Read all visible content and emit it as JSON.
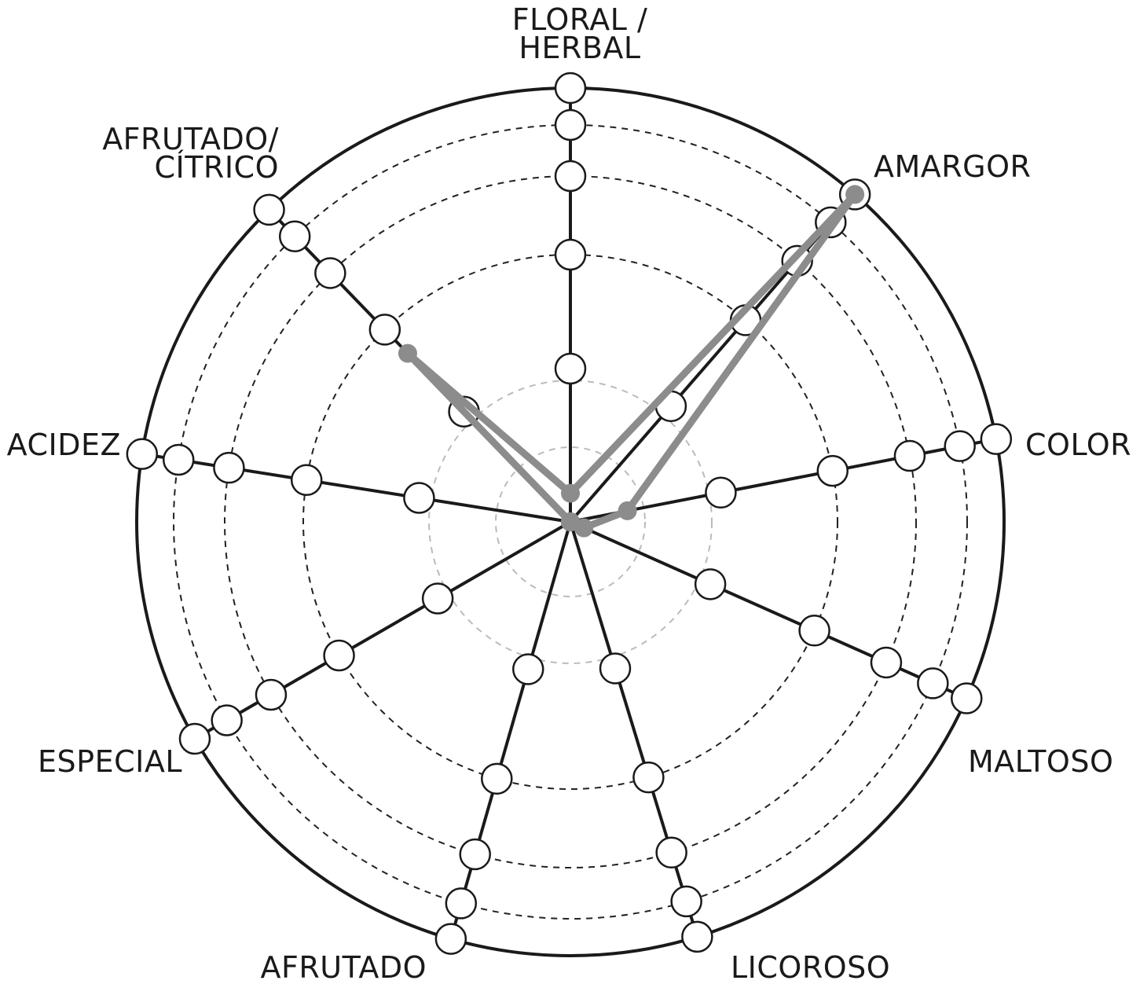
{
  "chart_data": {
    "type": "radar",
    "title": "",
    "axes": [
      {
        "label_lines": [
          "FLORAL /",
          "HERBAL"
        ]
      },
      {
        "label_lines": [
          "AMARGOR"
        ]
      },
      {
        "label_lines": [
          "COLOR"
        ]
      },
      {
        "label_lines": [
          "MALTOSO"
        ]
      },
      {
        "label_lines": [
          "LICOROSO"
        ]
      },
      {
        "label_lines": [
          "AFRUTADO"
        ]
      },
      {
        "label_lines": [
          "ESPECIAL"
        ]
      },
      {
        "label_lines": [
          "ACIDEZ"
        ]
      },
      {
        "label_lines": [
          "AFRUTADO/",
          "CÍTRICO"
        ]
      }
    ],
    "scale": {
      "min": 0,
      "max": 5,
      "levels": [
        1,
        2,
        3,
        4,
        5
      ]
    },
    "series": [
      {
        "values": [
          0.33,
          5.0,
          0.67,
          0.17,
          0.0,
          0.0,
          0.0,
          0.0,
          2.7
        ]
      }
    ],
    "grid": {
      "inner_rings_light": [
        1,
        2
      ],
      "dashed_rings": [
        3,
        4,
        5
      ],
      "outer_circle": true
    },
    "colors": {
      "axis": "#1a1a1a",
      "series": "#8c8c8c",
      "grid_dark": "#222222",
      "grid_light": "#bbbbbb",
      "marker_fill": "#ffffff"
    }
  }
}
